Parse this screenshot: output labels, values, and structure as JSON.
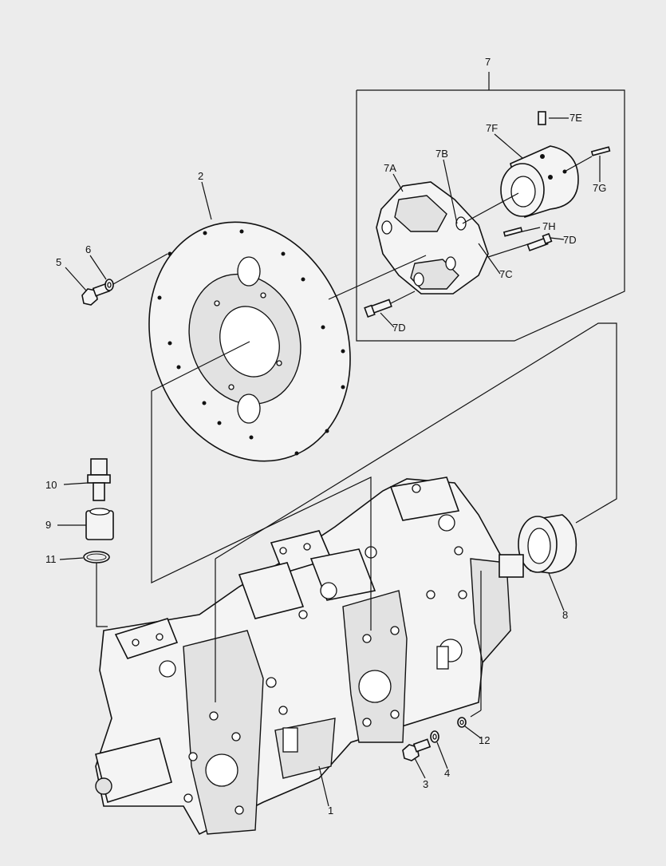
{
  "callouts": {
    "c1": "1",
    "c2": "2",
    "c3": "3",
    "c4": "4",
    "c5": "5",
    "c6": "6",
    "c7": "7",
    "c7a": "7A",
    "c7b": "7B",
    "c7c": "7C",
    "c7d_top": "7D",
    "c7d_bottom": "7D",
    "c7e": "7E",
    "c7f": "7F",
    "c7g": "7G",
    "c7h": "7H",
    "c8": "8",
    "c9": "9",
    "c10": "10",
    "c11": "11",
    "c12": "12"
  },
  "colors": {
    "background": "#ececec",
    "line": "#111111",
    "part_fill": "#f4f4f4"
  }
}
